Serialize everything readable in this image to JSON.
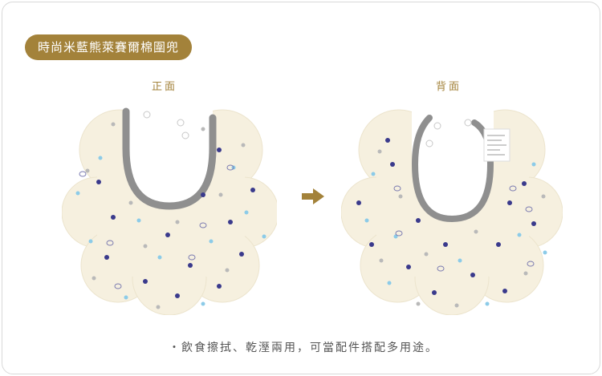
{
  "title": "時尚米藍熊萊賽爾棉圍兜",
  "front_label": "正面",
  "back_label": "背面",
  "caption": "・飲食擦拭、乾溼兩用，可當配件搭配多用途。",
  "colors": {
    "accent": "#a3823a",
    "fabric": "#f6f0df",
    "navy_dot": "#3a3a8c",
    "blue_dot": "#8ccbe8",
    "grey_dot": "#b9b9b9",
    "trim": "#8f8f8f"
  }
}
